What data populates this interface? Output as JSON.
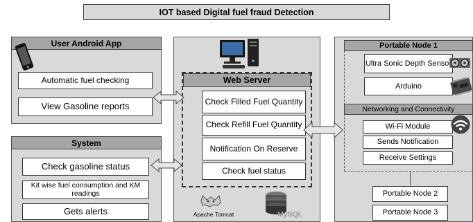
{
  "title": "IOT based  Digital fuel fraud Detection",
  "user_app": {
    "header": "User Android App",
    "items": [
      "Automatic fuel checking",
      "View Gasoline reports"
    ]
  },
  "system": {
    "header": "System",
    "items": [
      "Check gasoline status",
      "Kit wise fuel consumption and KM readings",
      "Gets alerts"
    ]
  },
  "web_server": {
    "header": "Web Server",
    "items": [
      "Check Filled Fuel Quantity",
      "Check Refill Fuel Quantity",
      "Notification On Reserve",
      "Check fuel status"
    ],
    "logos": {
      "tomcat": "Apache Tomcat",
      "mysql": "MySQL"
    }
  },
  "node1": {
    "header": "Portable Node 1",
    "items": [
      "Ultra Sonic Depth Sensor",
      "Arduino"
    ]
  },
  "networking": {
    "header": "Networking and Connectivity",
    "items": [
      "Wi-Fi Module",
      "Sends Notification",
      "Receive Settings"
    ]
  },
  "other_nodes": [
    "Portable Node 2",
    "Portable Node 3"
  ],
  "colors": {
    "panel": "#d9d9d9",
    "header": "#a6a6a6",
    "arrow": "#e6e6e6"
  },
  "icons": [
    "smartphone-icon",
    "desktop-computer-icon",
    "ultrasonic-sensor-icon",
    "arduino-board-icon",
    "wifi-icon",
    "tomcat-logo",
    "mysql-database-icon"
  ]
}
